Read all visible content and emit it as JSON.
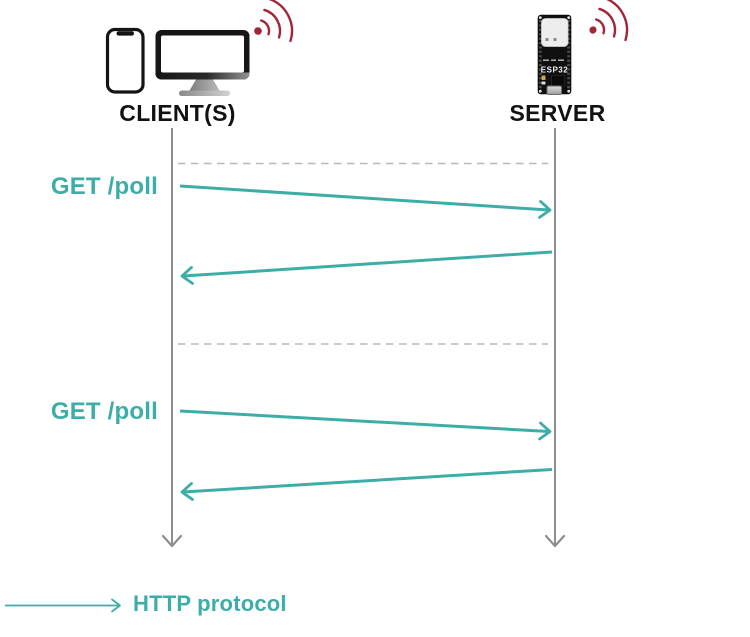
{
  "diagram": {
    "actors": {
      "client": {
        "label": "CLIENT(S)"
      },
      "server": {
        "label": "SERVER",
        "board_text": "ESP32"
      }
    },
    "messages": [
      {
        "from": "client",
        "to": "server",
        "label": "GET /poll"
      },
      {
        "from": "server",
        "to": "client",
        "label": ""
      },
      {
        "from": "client",
        "to": "server",
        "label": "GET /poll"
      },
      {
        "from": "server",
        "to": "client",
        "label": ""
      }
    ],
    "legend": {
      "label": "HTTP protocol"
    },
    "colors": {
      "arrow_teal": "#3DADA7",
      "wifi_red": "#A32638",
      "lifeline_gray": "#8D8D8D",
      "separator_gray": "#B8B8B8",
      "label_black": "#121212"
    }
  }
}
